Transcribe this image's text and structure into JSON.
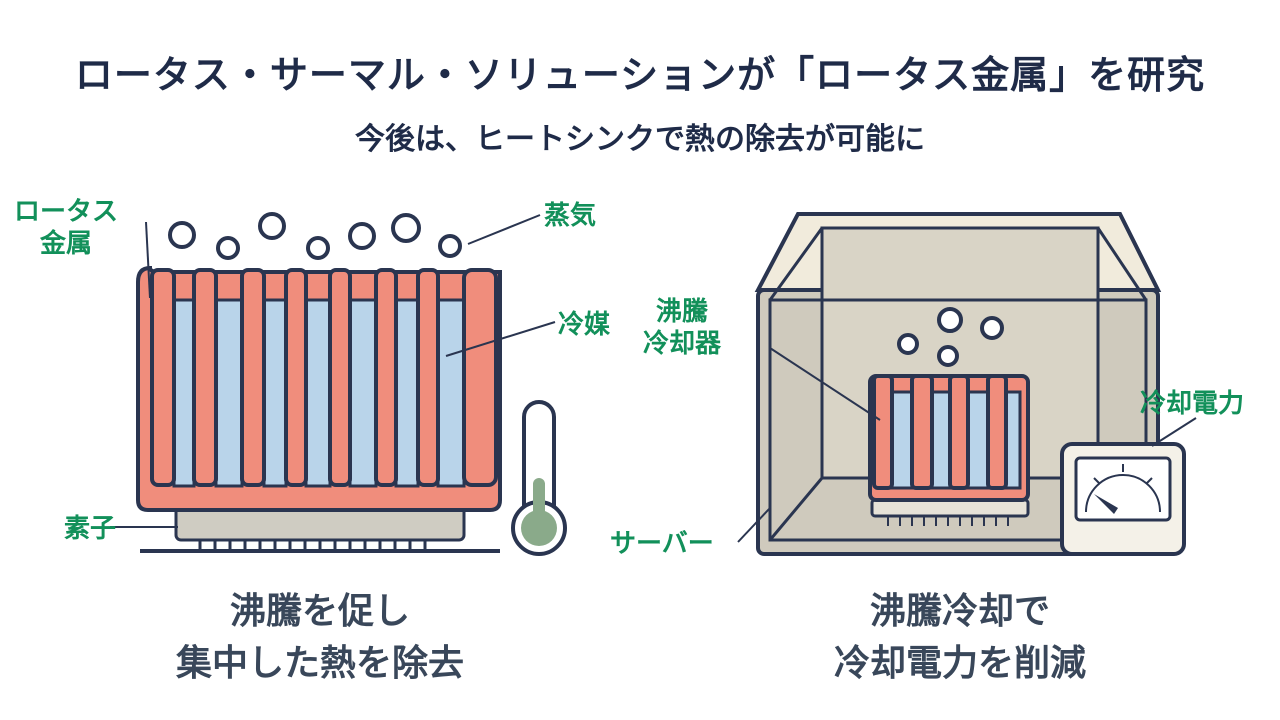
{
  "header": {
    "title": "ロータス・サーマル・ソリューションが「ロータス金属」を研究",
    "subtitle": "今後は、ヒートシンクで熱の除去が可能に"
  },
  "left_panel": {
    "labels": {
      "lotus_metal": "ロータス\n金属",
      "vapor": "蒸気",
      "coolant": "冷媒",
      "element": "素子"
    },
    "caption": "沸騰を促し\n集中した熱を除去"
  },
  "right_panel": {
    "labels": {
      "boiling_cooler": "沸騰\n冷却器",
      "cooling_power": "冷却電力",
      "server": "サーバー"
    },
    "caption": "沸騰冷却で\n冷却電力を削減"
  },
  "colors": {
    "title": "#1f2b48",
    "label_green": "#12905a",
    "metal": "#f08d7c",
    "coolant": "#b9d4ea",
    "outline": "#2a3550",
    "thermometer": "#8aaa8a",
    "server_bg": "#cfcabd"
  }
}
